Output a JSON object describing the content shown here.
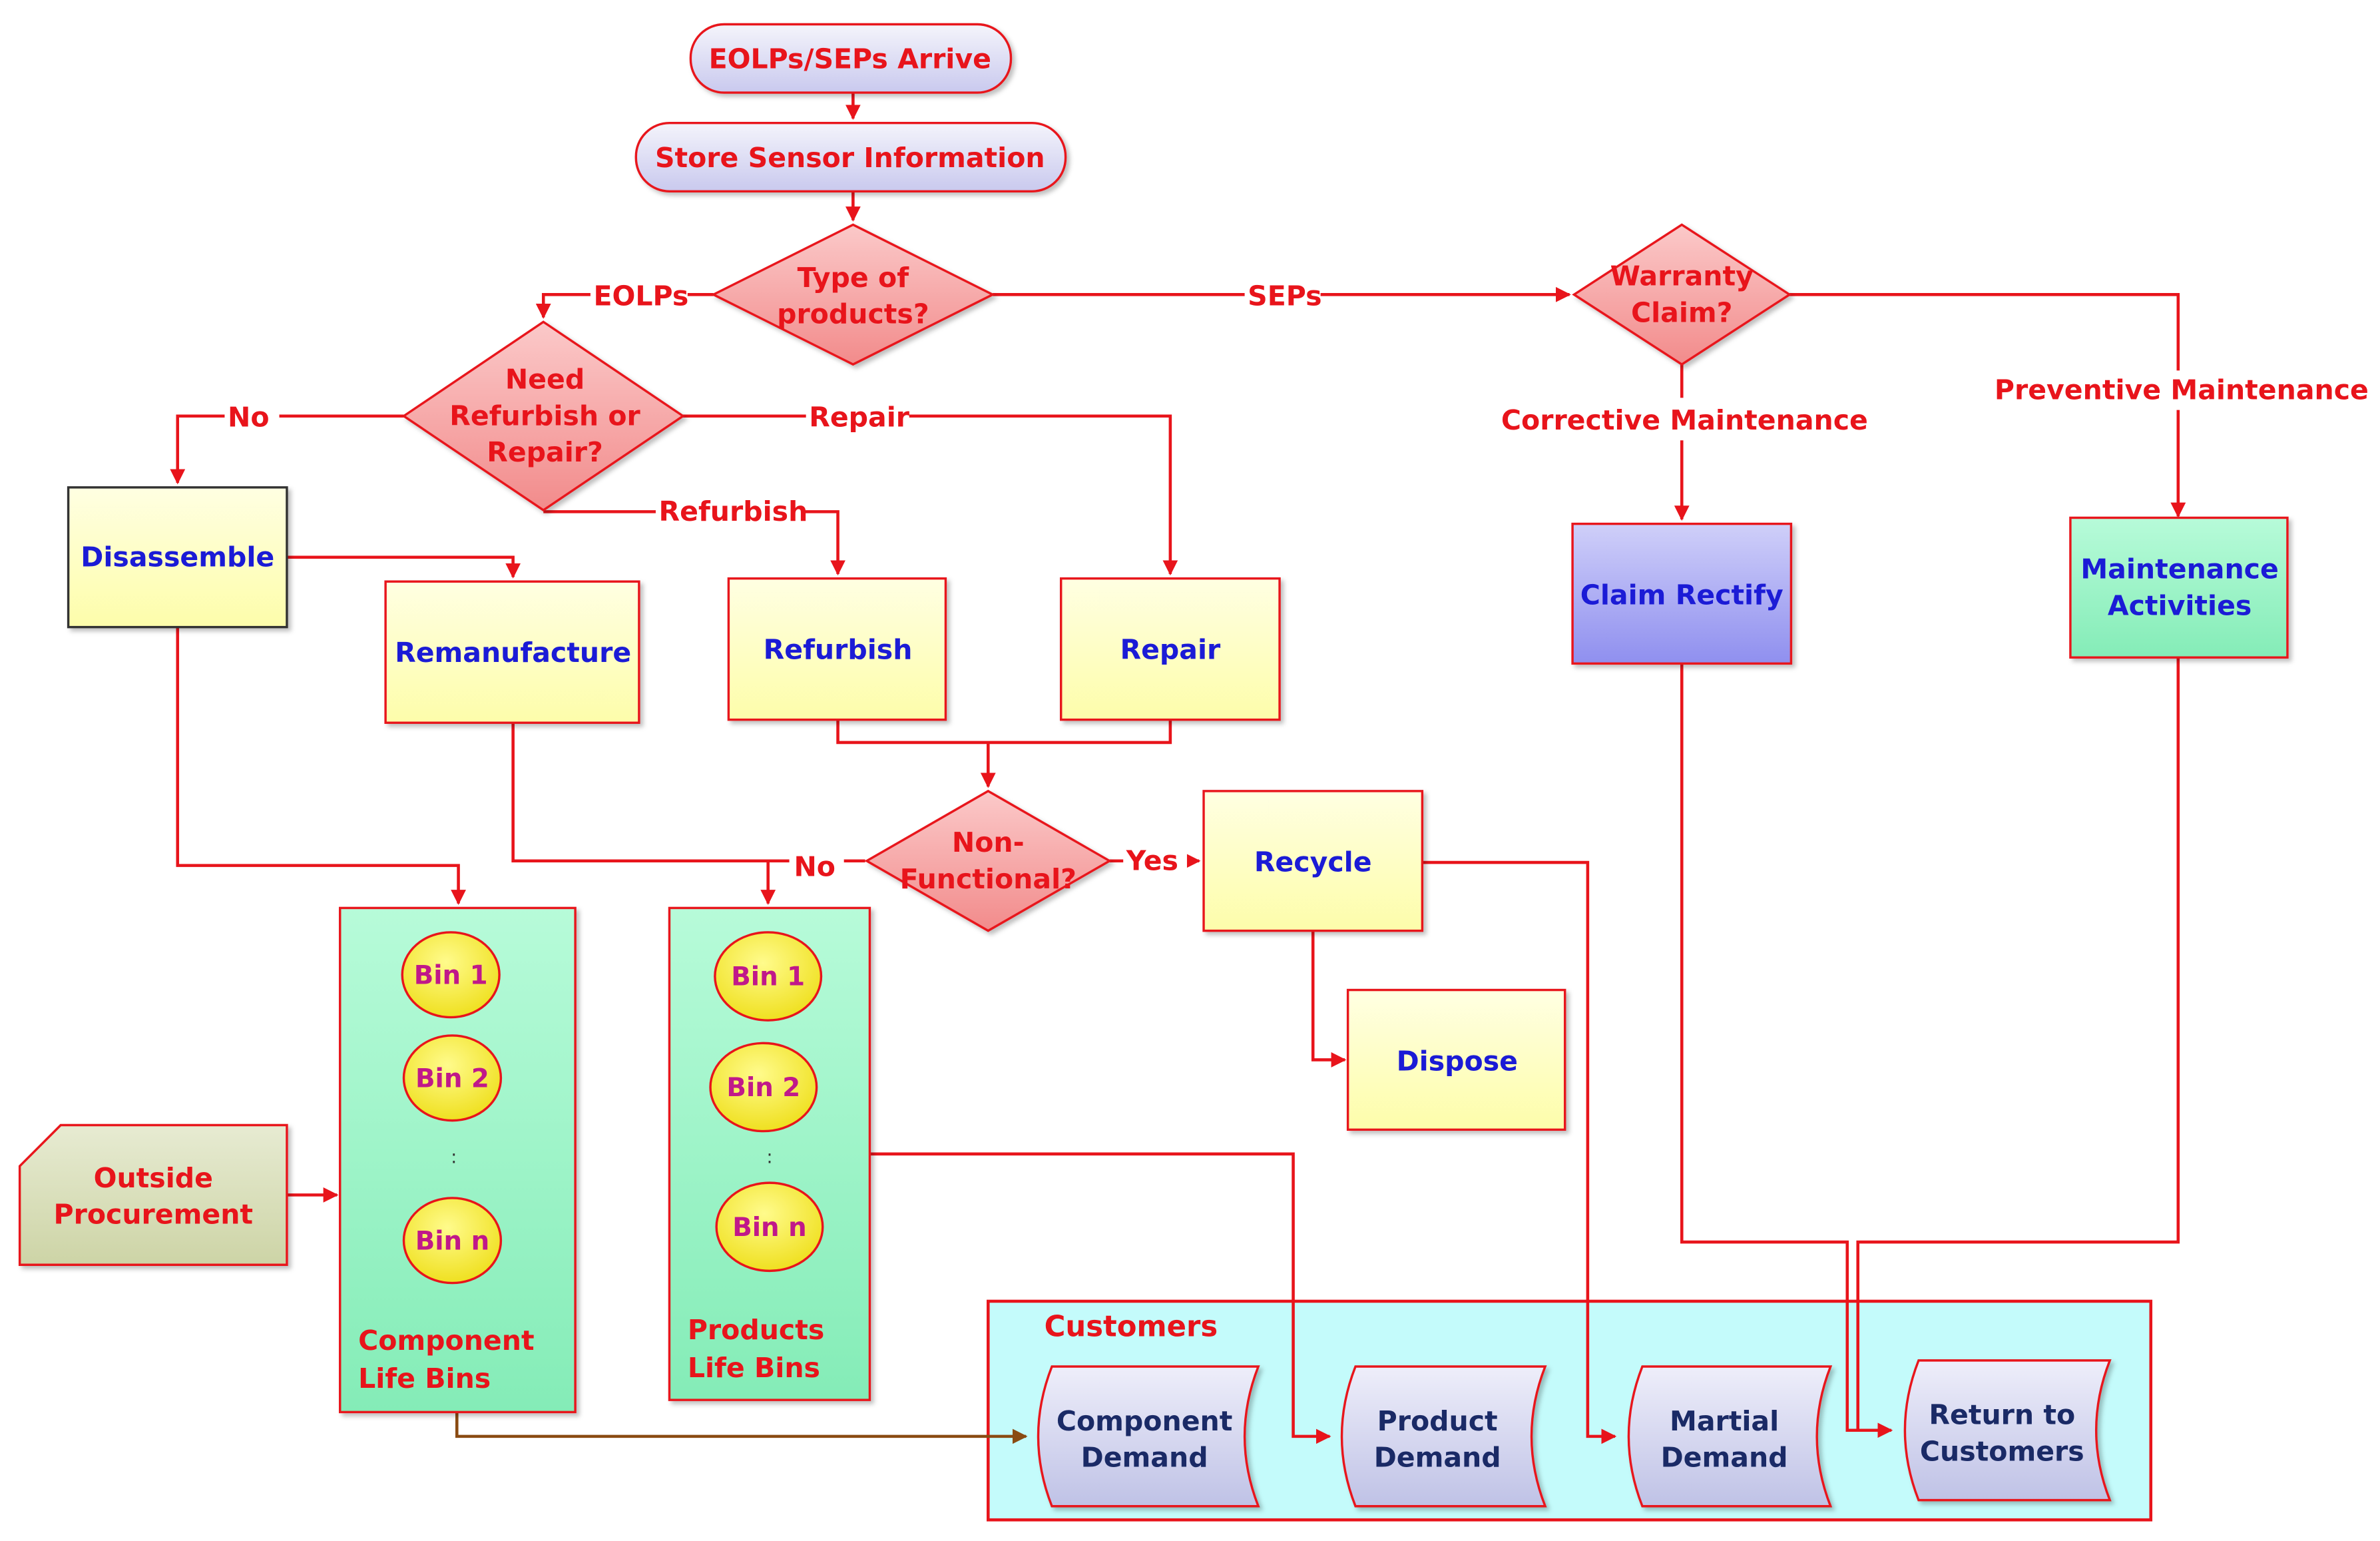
{
  "nodes": {
    "arrive": "EOLPs/SEPs Arrive",
    "store": "Store Sensor Information",
    "type": [
      "Type of",
      "products?"
    ],
    "warranty": [
      "Warranty",
      "Claim?"
    ],
    "need": [
      "Need",
      "Refurbish or",
      "Repair?"
    ],
    "disassemble": "Disassemble",
    "remanufacture": "Remanufacture",
    "refurbish": "Refurbish",
    "repair": "Repair",
    "claim_rectify": "Claim Rectify",
    "maintenance": [
      "Maintenance",
      "Activities"
    ],
    "nonfunctional": [
      "Non-",
      "Functional?"
    ],
    "recycle": "Recycle",
    "dispose": "Dispose",
    "outside": [
      "Outside",
      "Procurement"
    ],
    "component_bins": {
      "bins": [
        "Bin 1",
        "Bin 2",
        ":",
        "Bin n"
      ],
      "title": [
        "Component",
        "Life Bins"
      ]
    },
    "product_bins": {
      "bins": [
        "Bin 1",
        "Bin 2",
        ":",
        "Bin n"
      ],
      "title": [
        "Products",
        "Life Bins"
      ]
    },
    "customers": {
      "title": "Customers",
      "items": [
        [
          "Component",
          "Demand"
        ],
        [
          "Product",
          "Demand"
        ],
        [
          "Martial",
          "Demand"
        ],
        [
          "Return to",
          "Customers"
        ]
      ]
    }
  },
  "edge_labels": {
    "eolps": "EOLPs",
    "seps": "SEPs",
    "no_left": "No",
    "repair": "Repair",
    "refurbish": "Refurbish",
    "corrective": "Corrective Maintenance",
    "preventive": "Preventive Maintenance",
    "no_bottom": "No",
    "yes": "Yes"
  },
  "colors": {
    "red_text": "#e8141b",
    "blue_text": "#1b1bd6",
    "navy_text": "#1a2a66",
    "bin_text": "#c0188a",
    "yellow_box": "#ffffc0",
    "green_box": "#9ff5c8",
    "purple_box": "#a7a7f5",
    "pink_diamond": "#f6a3a3",
    "lavender_pill": "#d7d7f5",
    "olive_tab": "#d6dcb7",
    "cyan_panel": "#c4fbfb",
    "bin_fill": "#f3ee36"
  }
}
